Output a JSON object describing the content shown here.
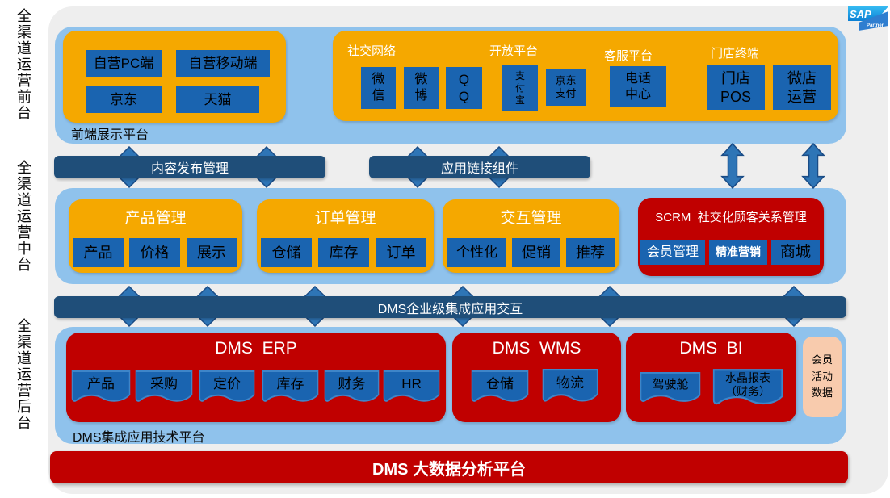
{
  "side_labels": {
    "front": "全渠道运营前台",
    "middle": "全渠道运营中台",
    "back": "全渠道运营后台"
  },
  "logo": {
    "brand": "SAP",
    "tier": "Partner"
  },
  "front_stage": {
    "platform_label": "前端展示平台",
    "own": {
      "pc": "自营PC端",
      "mobile": "自营移动端",
      "jd": "京东",
      "tmall": "天猫"
    },
    "groups": {
      "social": {
        "label": "社交网络",
        "wechat": "微\n信",
        "weibo": "微\n博",
        "qq": "Q\nQ"
      },
      "open": {
        "label": "开放平台",
        "alipay": "支\n付\n宝",
        "jdpay": "京东\n支付"
      },
      "service": {
        "label": "客服平台",
        "callcenter": "电话\n中心"
      },
      "store": {
        "label": "门店终端",
        "pos": "门店\nPOS",
        "wstore": "微店\n运营"
      }
    }
  },
  "connectors": {
    "content_bar": "内容发布管理",
    "link_bar": "应用链接组件",
    "dms_bar": "DMS企业级集成应用交互"
  },
  "mid_stage": {
    "product": {
      "title": "产品管理",
      "b1": "产品",
      "b2": "价格",
      "b3": "展示"
    },
    "order": {
      "title": "订单管理",
      "b1": "仓储",
      "b2": "库存",
      "b3": "订单"
    },
    "interact": {
      "title": "交互管理",
      "b1": "个性化",
      "b2": "促销",
      "b3": "推荐"
    },
    "scrm": {
      "title": "SCRM  社交化顾客关系管理",
      "b1": "会员管理",
      "b2": "精准营销",
      "b3": "商城"
    }
  },
  "back_stage": {
    "platform_label": "DMS集成应用技术平台",
    "erp": {
      "title": "DMS  ERP",
      "b1": "产品",
      "b2": "采购",
      "b3": "定价",
      "b4": "库存",
      "b5": "财务",
      "b6": "HR"
    },
    "wms": {
      "title": "DMS  WMS",
      "b1": "仓储",
      "b2": "物流"
    },
    "bi": {
      "title": "DMS  BI",
      "b1": "驾驶舱",
      "b2": "水晶报表\n（财务）"
    },
    "member": "会员\n活动\n数据"
  },
  "bigdata": {
    "title": "DMS 大数据分析平台"
  },
  "colors": {
    "light_blue": "#8FC2EC",
    "orange": "#F5A800",
    "button_blue": "#1A64B0",
    "navy_bar": "#1F4E79",
    "red": "#C00000",
    "peach": "#F8CBAD",
    "arrow": "#2E75B6"
  }
}
